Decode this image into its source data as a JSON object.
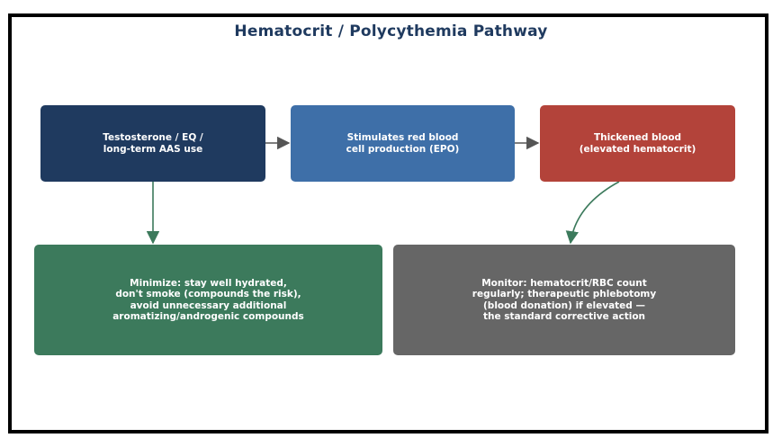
{
  "title": "Hematocrit / Polycythemia Pathway",
  "nodes": [
    {
      "id": "b1",
      "label": "Testosterone / EQ /\nlong-term AAS use",
      "color": "#1f3a5f"
    },
    {
      "id": "b2",
      "label": "Stimulates red blood\ncell production (EPO)",
      "color": "#3e6fa8"
    },
    {
      "id": "b3",
      "label": "Thickened blood\n(elevated hematocrit)",
      "color": "#b3433a"
    },
    {
      "id": "b4",
      "label": "Minimize: stay well hydrated,\ndon't smoke (compounds the risk),\navoid unnecessary additional\naromatizing/androgenic compounds",
      "color": "#3c7a5c"
    },
    {
      "id": "b5",
      "label": "Monitor: hematocrit/RBC count\nregularly; therapeutic phlebotomy\n(blood donation) if elevated —\nthe standard corrective action",
      "color": "#666666"
    }
  ],
  "edges": [
    {
      "from": "b1",
      "to": "b2",
      "color": "#555555"
    },
    {
      "from": "b2",
      "to": "b3",
      "color": "#555555"
    },
    {
      "from": "b1",
      "to": "b4",
      "color": "#3c7a5c"
    },
    {
      "from": "b3",
      "to": "b5",
      "color": "#3c7a5c"
    }
  ]
}
